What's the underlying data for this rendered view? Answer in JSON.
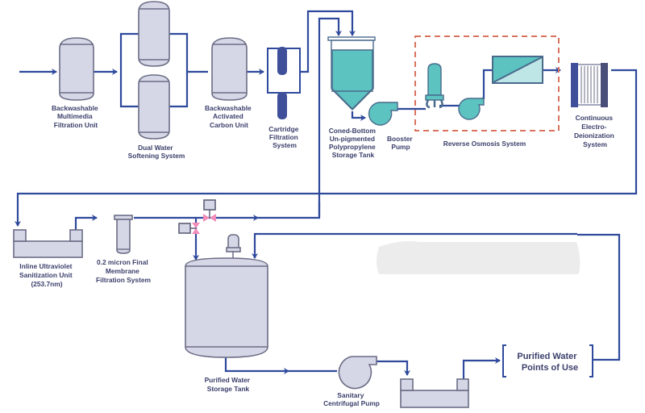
{
  "diagram": {
    "title": "Purified Water Treatment Process Flow",
    "components": {
      "multimedia_filter": [
        "Backwashable",
        "Multimedia",
        "Filtration Unit"
      ],
      "softening": [
        "Dual Water",
        "Softening System"
      ],
      "carbon_unit": [
        "Backwashable",
        "Activated",
        "Carbon Unit"
      ],
      "cartridge": [
        "Cartridge",
        "Filtration",
        "System"
      ],
      "storage_tank": [
        "Coned-Bottom",
        "Un-pigmented",
        "Polypropylene",
        "Storage Tank"
      ],
      "booster_pump": [
        "Booster",
        "Pump"
      ],
      "reverse_osmosis": [
        "Reverse Osmosis System"
      ],
      "cedi": [
        "Continuous",
        "Electro-",
        "Deionization",
        "System"
      ],
      "uv_unit": [
        "Inline Ultraviolet",
        "Sanitization Unit",
        "(253.7nm)"
      ],
      "final_filter": [
        "0.2 micron Final",
        "Membrane",
        "Filtration System"
      ],
      "pw_tank": [
        "Purified Water",
        "Storage Tank"
      ],
      "sanitary_pump": [
        "Sanitary",
        "Centrifugal Pump"
      ],
      "points_of_use": [
        "Purified Water",
        "Points of Use"
      ]
    },
    "colors": {
      "pipe": "#2f4a9c",
      "vessel": "#d6d7e6",
      "water": "#5cc3c0",
      "valve": "#f28cb8",
      "ro_boundary": "#d9735e",
      "label": "#3b3f6b"
    }
  }
}
